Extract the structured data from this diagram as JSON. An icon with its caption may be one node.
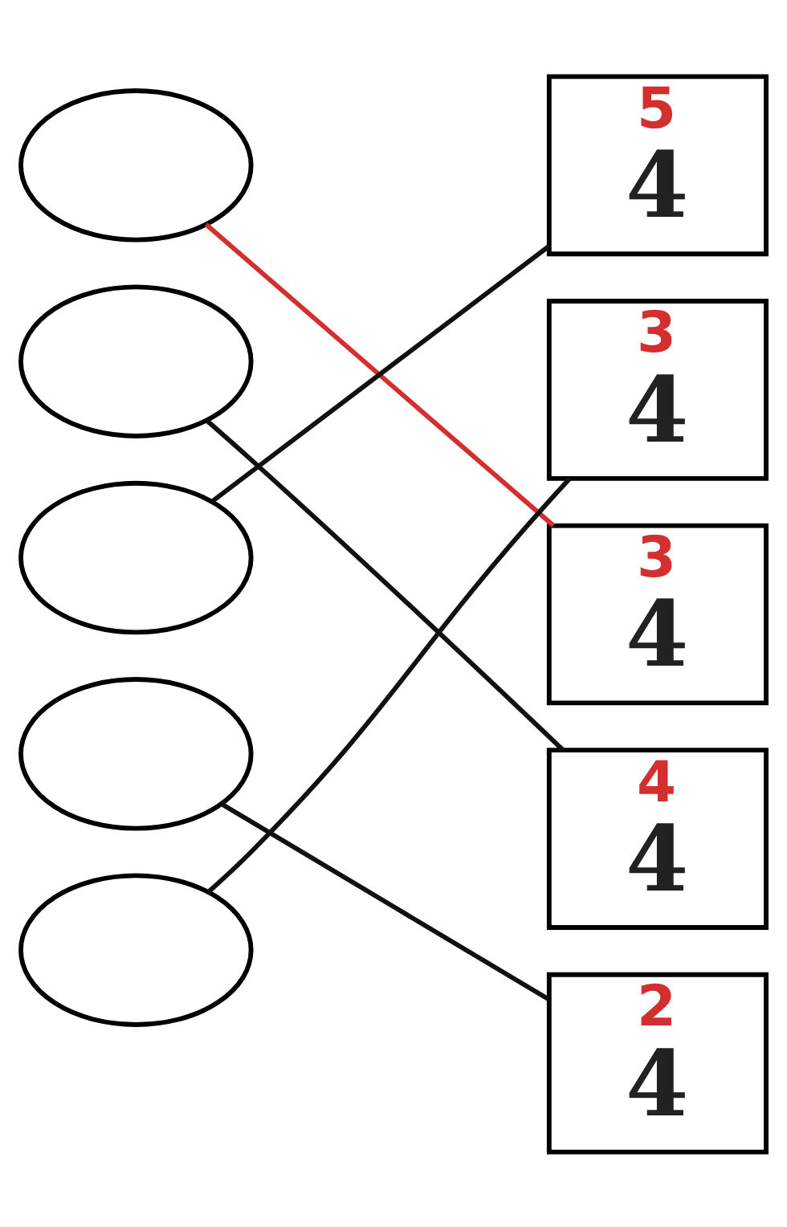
{
  "diagram": {
    "nodes": [
      {
        "text": [],
        "shape": "ellipse"
      },
      {
        "text": [],
        "shape": "ellipse"
      },
      {
        "text": [],
        "shape": "ellipse"
      },
      {
        "text": [],
        "shape": "ellipse"
      },
      {
        "text": [],
        "shape": "ellipse"
      },
      {
        "text": [
          "5",
          "4"
        ]
      },
      {
        "text": [
          "3",
          "4"
        ]
      },
      {
        "text": [
          "3",
          "4"
        ]
      },
      {
        "text": [
          "4",
          "4"
        ]
      },
      {
        "text": [
          "2",
          "4"
        ]
      }
    ],
    "edges": [
      {
        "from": 0,
        "to": 7,
        "arrow": "none",
        "color": "#d32f2f"
      },
      {
        "from": 1,
        "to": 8,
        "arrow": "none"
      },
      {
        "from": 2,
        "to": 5,
        "arrow": "none"
      },
      {
        "from": 3,
        "to": 9,
        "arrow": "none"
      },
      {
        "from": 4,
        "to": 6,
        "arrow": "none"
      }
    ]
  }
}
